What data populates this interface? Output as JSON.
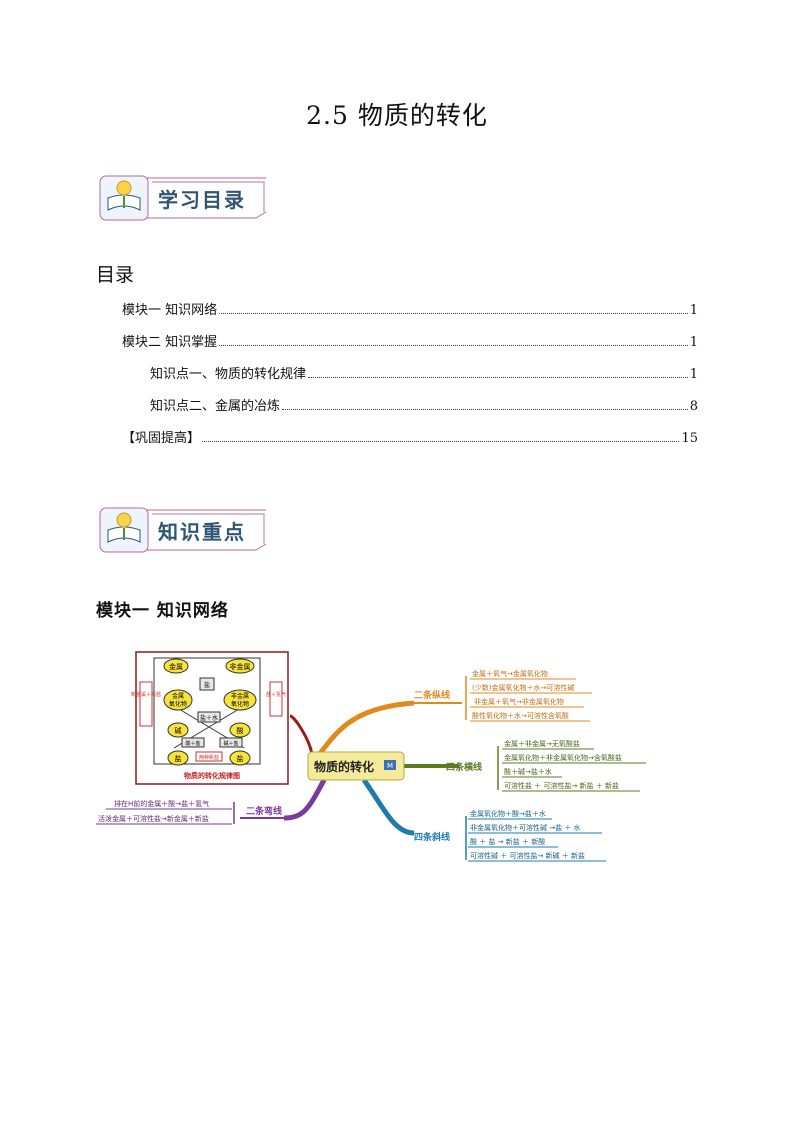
{
  "document": {
    "title": "2.5  物质的转化"
  },
  "banners": {
    "study_catalog": "学习目录",
    "key_knowledge": "知识重点"
  },
  "toc": {
    "heading": "目录",
    "entries": [
      {
        "label": "模块一  知识网络",
        "page": "1"
      },
      {
        "label": "模块二  知识掌握",
        "page": "1"
      },
      {
        "label": "知识点一、物质的转化规律",
        "page": "1"
      },
      {
        "label": "知识点二、金属的冶炼",
        "page": "8"
      },
      {
        "label": "【巩固提高】",
        "page": "15"
      }
    ]
  },
  "module_one": {
    "title": "模块一  知识网络"
  },
  "mindmap": {
    "center": "物质的转化",
    "center_badge": "M",
    "diagram": {
      "caption": "物质的转化规律图",
      "metal": "金属",
      "nonmetal": "非金属",
      "metal_oxide_1": "金属",
      "metal_oxide_2": "氧化物",
      "nonmetal_oxide_1": "非金属",
      "nonmetal_oxide_2": "氧化物",
      "base": "碱",
      "acid": "酸",
      "salt_left": "盐",
      "salt_right": "盐",
      "salt_center": "盐",
      "salt_water": "盐＋水",
      "acid_salt": "酸＋盐",
      "base_salt": "碱＋盐",
      "two_salts": "两种新盐",
      "left_side": "新金属＋新盐",
      "right_side": "盐＋氢气"
    },
    "branches": [
      {
        "label": "二条纵线",
        "color": "#e08a1e",
        "items": [
          "金属＋氧气→金属氧化物",
          "(少数)金属氧化物＋水→可溶性碱",
          "非金属＋氧气→非金属氧化物",
          "酸性氧化物＋水→可溶性含氧酸"
        ]
      },
      {
        "label": "四条横线",
        "color": "#5d7a1f",
        "items": [
          "金属＋非金属→无氧酸盐",
          "金属氧化物＋非金属氧化物→含氧酸盐",
          "酸＋碱→盐＋水",
          "可溶性盐 ＋ 可溶性盐→ 新盐 ＋ 新盐"
        ]
      },
      {
        "label": "四条斜线",
        "color": "#1f7ab0",
        "items": [
          "金属氧化物＋酸→盐＋水",
          "非金属氧化物＋可溶性碱 →盐 ＋ 水",
          "酸 ＋ 盐 → 新盐 ＋ 新酸",
          "可溶性碱 ＋ 可溶性盐→ 新碱 ＋ 新盐"
        ]
      },
      {
        "label": "二条弯线",
        "color": "#7b3a9a",
        "items": [
          "排在H前的金属＋酸→盐＋氢气",
          "活泼金属＋可溶性盐→新金属＋新盐"
        ]
      }
    ]
  }
}
